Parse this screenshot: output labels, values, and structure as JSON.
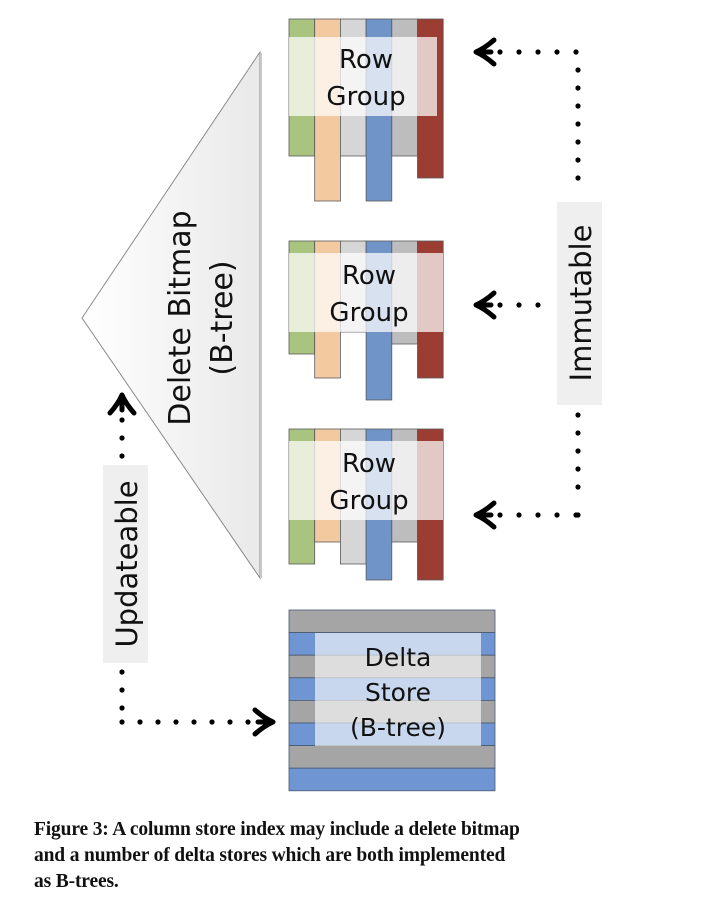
{
  "diagram": {
    "delete_bitmap": {
      "line1": "Delete Bitmap",
      "line2": "(B-tree)"
    },
    "row_groups": [
      {
        "line1": "Row",
        "line2": "Group"
      },
      {
        "line1": "Row",
        "line2": "Group"
      },
      {
        "line1": "Row",
        "line2": "Group"
      }
    ],
    "delta_store": {
      "line1": "Delta",
      "line2": "Store",
      "line3": "(B-tree)"
    },
    "labels": {
      "updateable": "Updateable",
      "immutable": "Immutable"
    },
    "colors": {
      "green": "#a9c47f",
      "orange": "#f3c9a0",
      "light_gray": "#d6d6d6",
      "blue": "#7094c7",
      "mid_gray": "#bdbdbd",
      "red": "#9b3d33",
      "delta_gray": "#a5a5a5",
      "delta_blue": "#6f96d2",
      "label_box": "#efefef"
    }
  },
  "caption": {
    "line1": "Figure 3: A column store index may include a delete bitmap",
    "line2": "and a number of delta stores which are both implemented",
    "line3": "as B-trees."
  }
}
